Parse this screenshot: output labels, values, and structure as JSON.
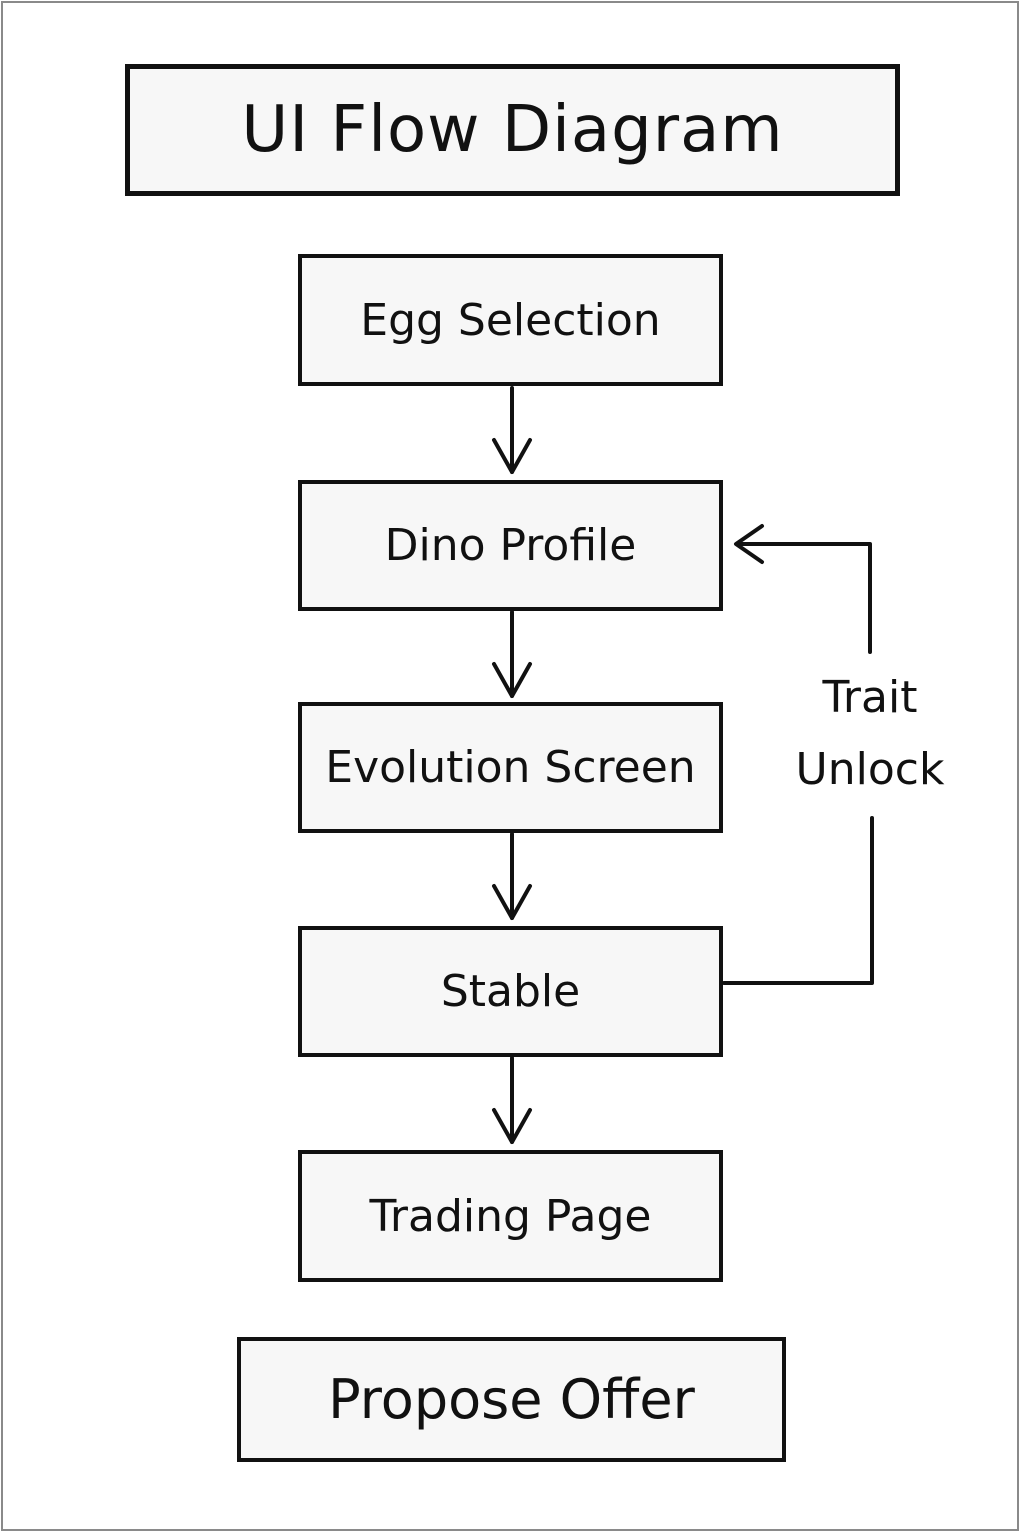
{
  "title": "UI Flow Diagram",
  "nodes": [
    {
      "id": "egg-selection",
      "label": "Egg Selection"
    },
    {
      "id": "dino-profile",
      "label": "Dino Profile"
    },
    {
      "id": "evolution-screen",
      "label": "Evolution Screen"
    },
    {
      "id": "stable",
      "label": "Stable"
    },
    {
      "id": "trading-page",
      "label": "Trading Page"
    },
    {
      "id": "propose-offer",
      "label": "Propose Offer"
    }
  ],
  "edges": [
    {
      "from": "egg-selection",
      "to": "dino-profile"
    },
    {
      "from": "dino-profile",
      "to": "evolution-screen"
    },
    {
      "from": "evolution-screen",
      "to": "stable"
    },
    {
      "from": "stable",
      "to": "trading-page"
    },
    {
      "from": "stable",
      "to": "dino-profile",
      "label_lines": [
        "Trait",
        "Unlock"
      ]
    }
  ],
  "stroke_color": "#111111",
  "box_fill": "#f7f7f7"
}
